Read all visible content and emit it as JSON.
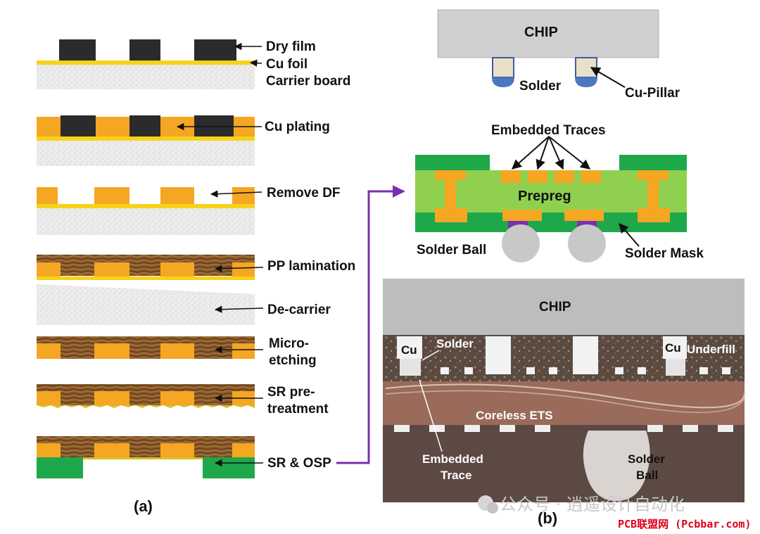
{
  "panel_a": {
    "caption": "(a)",
    "labels": {
      "dry_film": "Dry film",
      "cu_foil": "Cu foil",
      "carrier_board": "Carrier board",
      "cu_plating": "Cu plating",
      "remove_df": "Remove DF",
      "pp_lamination": "PP lamination",
      "de_carrier": "De-carrier",
      "micro_etching_1": "Micro-",
      "micro_etching_2": "etching",
      "sr_pre_1": "SR pre-",
      "sr_pre_2": "treatment",
      "sr_osp": "SR & OSP"
    }
  },
  "panel_b": {
    "caption": "(b)",
    "schematic": {
      "chip": "CHIP",
      "solder": "Solder",
      "cu_pillar": "Cu-Pillar",
      "embedded_traces": "Embedded Traces",
      "prepreg": "Prepreg",
      "solder_ball": "Solder Ball",
      "solder_mask": "Solder Mask"
    },
    "micrograph": {
      "chip": "CHIP",
      "cu_left": "Cu",
      "solder": "Solder",
      "cu_right": "Cu",
      "underfill": "Underfill",
      "coreless_ets": "Coreless ETS",
      "embedded_trace_1": "Embedded",
      "embedded_trace_2": "Trace",
      "solder_ball_1": "Solder",
      "solder_ball_2": "Ball"
    }
  },
  "watermark": {
    "text": "公众号 · 逍遥设计自动化",
    "site": "PCB联盟网 (Pcbbar.com)"
  },
  "colors": {
    "copper": "#f5a623",
    "cu_foil": "#f7d21a",
    "dry_film": "#2b2b2b",
    "prepreg": "#8fd14f",
    "solder_mask": "#1fa84a",
    "chip": "#cfcfcf",
    "arrow_purple": "#7a2fb0"
  }
}
